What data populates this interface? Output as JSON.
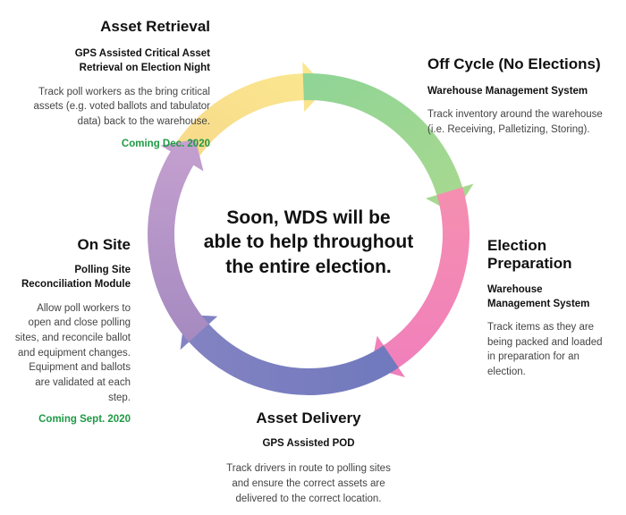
{
  "center": {
    "line1": "Soon, WDS will be",
    "line2": "able to help throughout",
    "line3": "the entire election."
  },
  "stages": {
    "asset_retrieval": {
      "title": "Asset Retrieval",
      "subtitle_line1": "GPS Assisted Critical Asset",
      "subtitle_line2": "Retrieval on Election Night",
      "body_line1": "Track poll workers as the bring critical",
      "body_line2": "assets (e.g. voted ballots and tabulator",
      "body_line3": "data) back to the warehouse.",
      "coming": "Coming Dec. 2020",
      "color": "#f9e08e"
    },
    "off_cycle": {
      "title": "Off Cycle (No Elections)",
      "subtitle": "Warehouse Management System",
      "body_line1": "Track inventory around the warehouse",
      "body_line2": "(i.e. Receiving, Palletizing, Storing).",
      "color": "#9ed69a"
    },
    "election_prep": {
      "title_line1": "Election",
      "title_line2": "Preparation",
      "subtitle_line1": "Warehouse",
      "subtitle_line2": "Management System",
      "body_line1": "Track items as they are",
      "body_line2": "being packed and loaded",
      "body_line3": "in preparation for an",
      "body_line4": "election.",
      "color": "#f28cb6"
    },
    "asset_delivery": {
      "title": "Asset Delivery",
      "subtitle": "GPS Assisted POD",
      "body_line1": "Track drivers in route to polling sites",
      "body_line2": "and ensure the correct assets are",
      "body_line3": "delivered to the correct location.",
      "color": "#7f7fbf"
    },
    "on_site": {
      "title": "On Site",
      "subtitle_line1": "Polling Site",
      "subtitle_line2": "Reconciliation Module",
      "body_line1": "Allow poll workers to",
      "body_line2": "open and close polling",
      "body_line3": "sites, and reconcile ballot",
      "body_line4": "and equipment changes.",
      "body_line5": "Equipment and ballots",
      "body_line6": "are validated at each",
      "body_line7": "step.",
      "coming": "Coming Sept. 2020",
      "color": "#b594c6"
    }
  }
}
